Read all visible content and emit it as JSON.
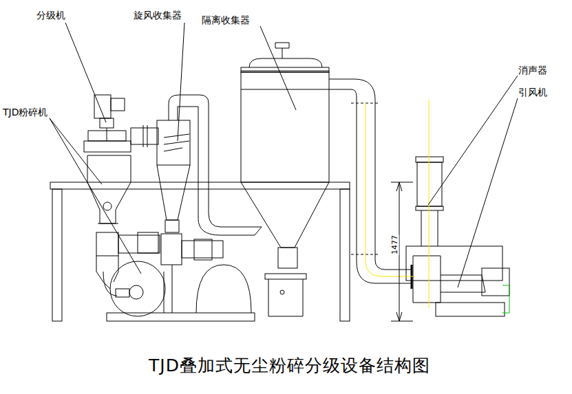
{
  "diagram": {
    "caption": "TJD叠加式无尘粉碎分级设备结构图",
    "labels": [
      "分级机",
      "旋风收集器",
      "隔离收集器",
      "TJD粉碎机",
      "消声器",
      "引风机",
      "1477"
    ]
  }
}
